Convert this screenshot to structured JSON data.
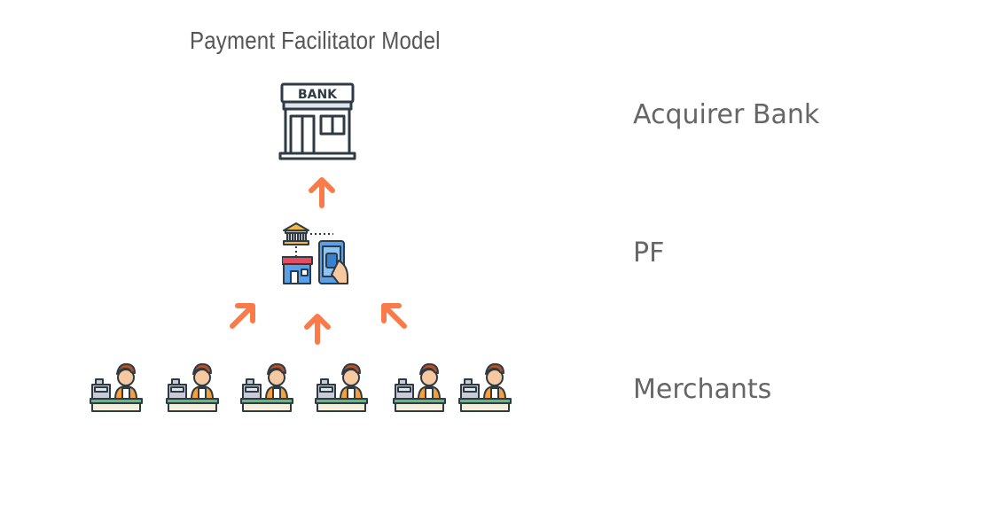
{
  "title": "Payment Facilitator Model",
  "levels": {
    "acquirer": "Acquirer Bank",
    "pf": "PF",
    "merchants": "Merchants"
  },
  "bank_sign": "BANK",
  "merchant_count": 6,
  "colors": {
    "arrow": "#fa7a4a",
    "outline": "#2f3b44",
    "label": "#666666",
    "title": "#555555"
  },
  "icons": {
    "bank": "bank-building-icon",
    "pf": "payment-facilitator-icon",
    "merchant": "merchant-cashier-icon",
    "arrow": "arrow-up-icon"
  }
}
